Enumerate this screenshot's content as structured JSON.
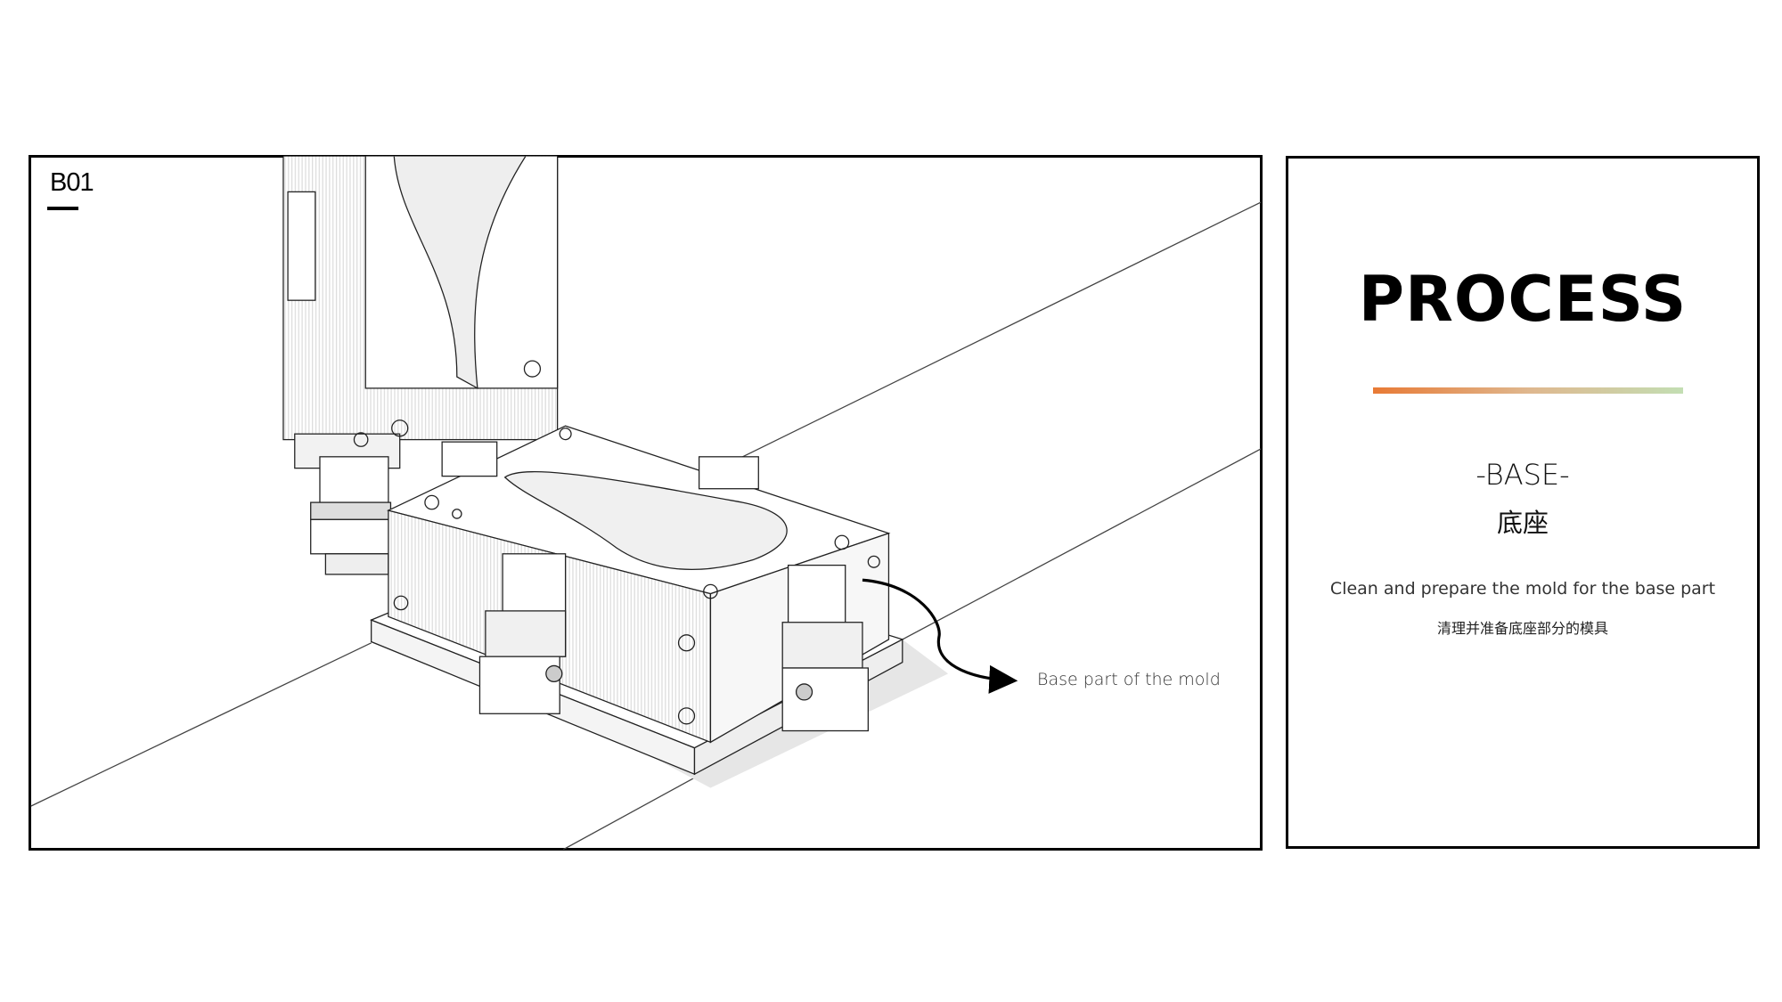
{
  "step": {
    "id": "B01"
  },
  "illustration": {
    "callout": "Base part of the mold"
  },
  "info": {
    "title": "PROCESS",
    "stage_en": "-BASE-",
    "stage_cn": "底座",
    "description_en": "Clean and prepare the mold for the base part",
    "description_cn": "清理并准备底座部分的模具",
    "accent_gradient": [
      "#e87a35",
      "#dfb78e",
      "#c3deb3"
    ]
  }
}
